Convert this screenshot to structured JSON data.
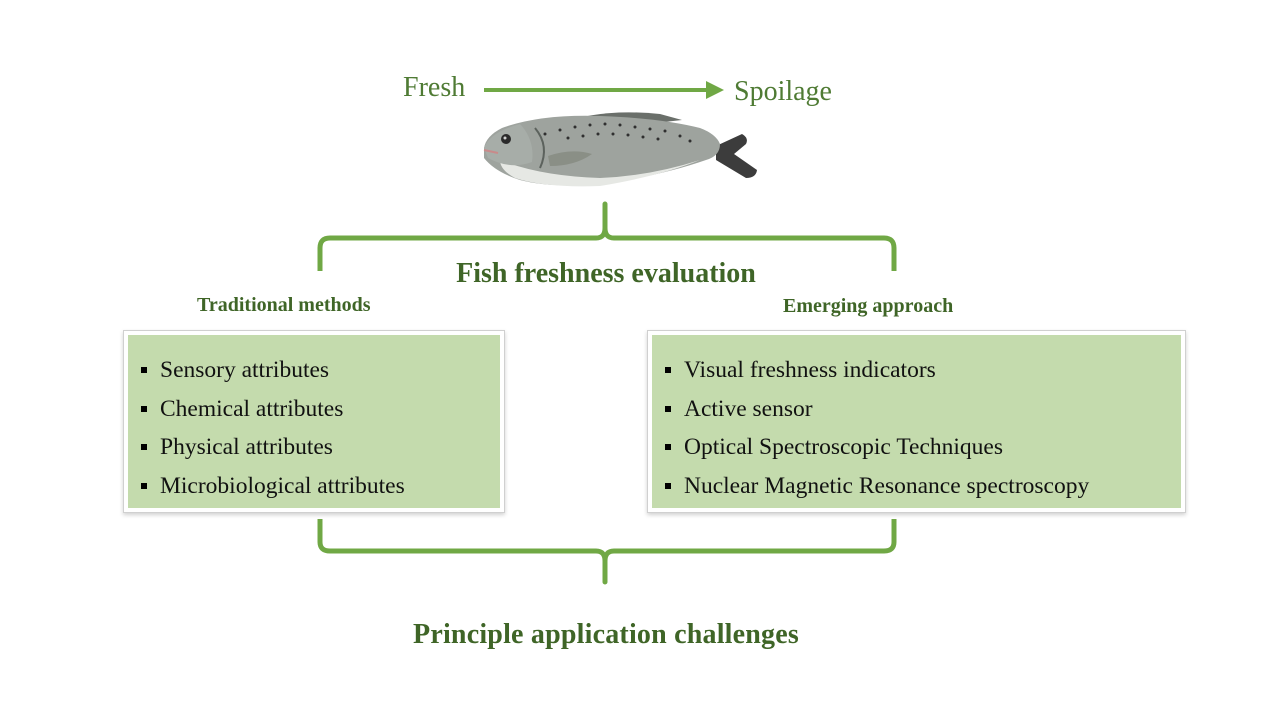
{
  "flow": {
    "fresh": "Fresh",
    "spoilage": "Spoilage"
  },
  "main_title": "Fish freshness evaluation",
  "traditional": {
    "heading": "Traditional methods",
    "items": [
      {
        "label": "Sensory attributes"
      },
      {
        "label": "Chemical attributes"
      },
      {
        "label": "Physical attributes"
      },
      {
        "label": "Microbiological attributes"
      }
    ]
  },
  "emerging": {
    "heading": "Emerging approach",
    "items": [
      {
        "label": "Visual freshness indicators"
      },
      {
        "label": "Active sensor"
      },
      {
        "label": "Optical Spectroscopic Techniques"
      },
      {
        "label": "Nuclear Magnetic Resonance spectroscopy"
      }
    ]
  },
  "bottom_title": "Principle  application  challenges",
  "colors": {
    "accent": "#70a845",
    "text_green": "#3f6527",
    "box_fill": "#c4dbad"
  }
}
